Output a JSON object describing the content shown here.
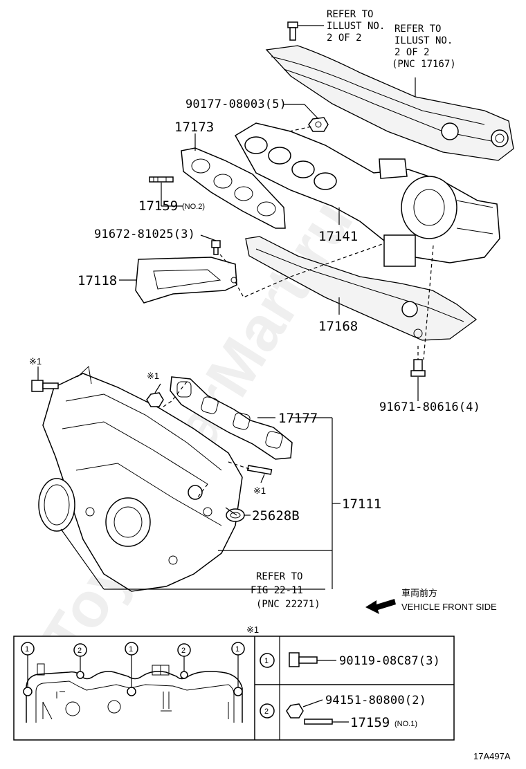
{
  "watermark": "ToyotaCarMart.ru",
  "parts": {
    "p90177": "90177-08003(5)",
    "p17173": "17173",
    "p17159": "17159",
    "p17159_note": "(NO.2)",
    "p91672": "91672-81025(3)",
    "p17141": "17141",
    "p17118": "17118",
    "p17168": "17168",
    "p91671": "91671-80616(4)",
    "p17177": "17177",
    "p17111": "17111",
    "p25628B": "25628B"
  },
  "refs": {
    "ref1": [
      "REFER TO",
      "ILLUST NO.",
      "2 OF 2"
    ],
    "ref2": [
      "REFER TO",
      "ILLUST NO.",
      "2 OF 2",
      "(PNC 17167)"
    ],
    "ref3": [
      "REFER TO",
      "FIG 22-11",
      "(PNC 22271)"
    ]
  },
  "marks": {
    "star1": "※1"
  },
  "direction": {
    "jp": "車両前方",
    "en": "VEHICLE FRONT SIDE"
  },
  "legend": {
    "title": "※1",
    "callouts": [
      "1",
      "2",
      "1",
      "2",
      "1"
    ],
    "rows": [
      {
        "num": "1",
        "part": "90119-08C87(3)"
      },
      {
        "num": "2",
        "part": "94151-80800(2)",
        "part2": "17159",
        "part2_note": "(NO.1)"
      }
    ]
  },
  "code": "17A497A"
}
